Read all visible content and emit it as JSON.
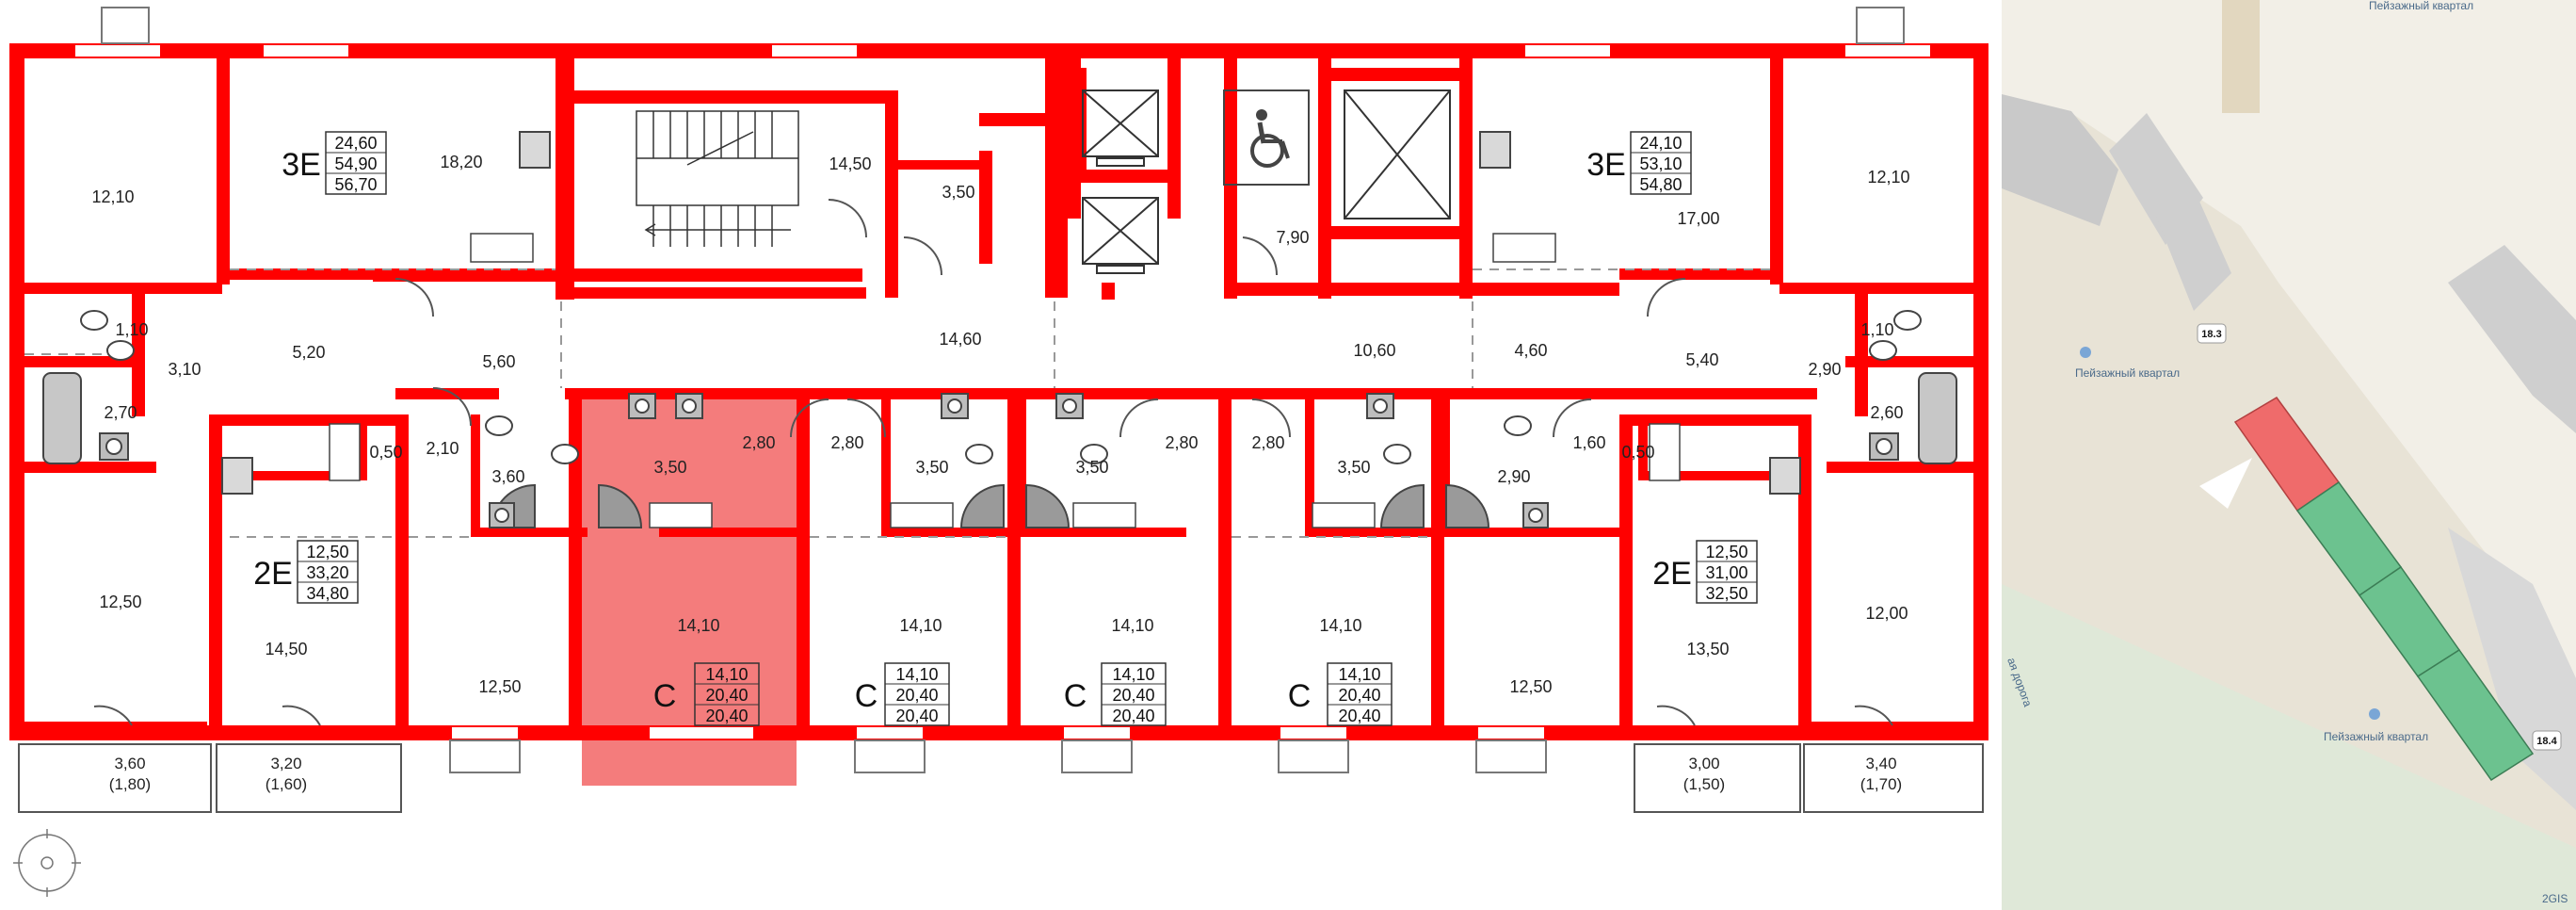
{
  "colors": {
    "wall": "#ff0000",
    "selected": "#f47c7c",
    "map_bg": "#f2efe7",
    "bld_gray": "#c9c9c9",
    "green": "#6cc28f",
    "red_bld": "#ef6b6b"
  },
  "rooms": {
    "r1": "12,10",
    "r2": "18,20",
    "r3": "14,50",
    "r4": "3,50",
    "r5": "7,90",
    "r6": "17,00",
    "r7": "12,10",
    "r8": "1,10",
    "r9": "3,10",
    "r10": "2,70",
    "r11": "5,20",
    "r12": "5,60",
    "r13": "14,60",
    "r14": "10,60",
    "r15": "4,60",
    "r16": "5,40",
    "r17": "2,90",
    "r18": "1,10",
    "r19": "2,60",
    "r20": "0,50",
    "r21": "2,10",
    "r22": "3,60",
    "r23": "3,50",
    "r24": "2,80",
    "r25": "2,80",
    "r26": "3,50",
    "r27": "3,50",
    "r28": "2,80",
    "r29": "2,80",
    "r30": "3,50",
    "r31": "2,90",
    "r32": "1,60",
    "r33": "0,50",
    "r34": "12,50",
    "r35": "14,50",
    "r36": "12,50",
    "r37": "14,10",
    "r38": "14,10",
    "r39": "14,10",
    "r40": "14,10",
    "r41": "12,50",
    "r42": "13,50",
    "r43": "12,00"
  },
  "balconies": {
    "b1": "3,60",
    "b1p": "(1,80)",
    "b2": "3,20",
    "b2p": "(1,60)",
    "b3": "3,00",
    "b3p": "(1,50)",
    "b4": "3,40",
    "b4p": "(1,70)"
  },
  "apartments": {
    "a1": {
      "type": "3Е",
      "v1": "24,60",
      "v2": "54,90",
      "v3": "56,70"
    },
    "a2": {
      "type": "3Е",
      "v1": "24,10",
      "v2": "53,10",
      "v3": "54,80"
    },
    "a3": {
      "type": "2Е",
      "v1": "12,50",
      "v2": "33,20",
      "v3": "34,80"
    },
    "a4": {
      "type": "2Е",
      "v1": "12,50",
      "v2": "31,00",
      "v3": "32,50"
    },
    "a5": {
      "type": "С",
      "v1": "14,10",
      "v2": "20,40",
      "v3": "20,40"
    },
    "a6": {
      "type": "С",
      "v1": "14,10",
      "v2": "20,40",
      "v3": "20,40"
    },
    "a7": {
      "type": "С",
      "v1": "14,10",
      "v2": "20,40",
      "v3": "20,40"
    },
    "a8": {
      "type": "С",
      "v1": "14,10",
      "v2": "20,40",
      "v3": "20,40"
    }
  },
  "map": {
    "label_top": "Пейзажный квартал",
    "label_mid": "Пейзажный квартал",
    "label_bot": "Пейзажный квартал",
    "road": "ая дорога",
    "bld_a": "18.3",
    "bld_b": "18.4",
    "brand": "2GIS"
  }
}
